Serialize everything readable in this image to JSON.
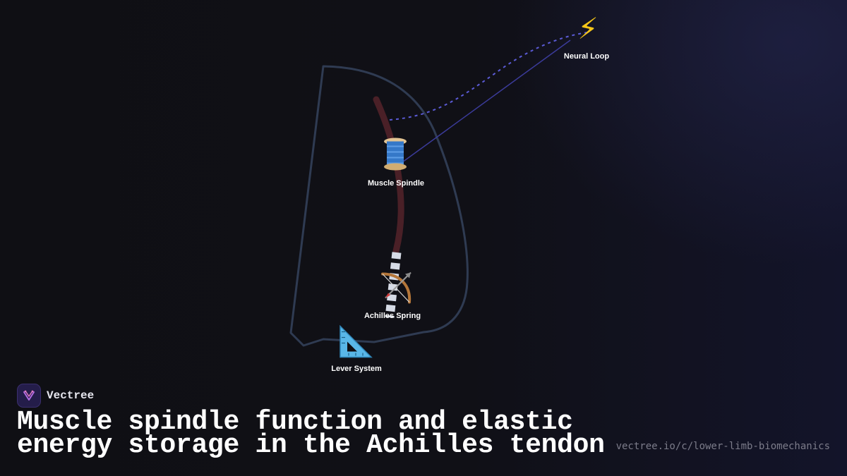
{
  "nodes": [
    {
      "id": "neural-loop",
      "label": "Neural Loop",
      "icon": "lightning-icon"
    },
    {
      "id": "muscle-spindle",
      "label": "Muscle Spindle",
      "icon": "spool-of-thread-icon"
    },
    {
      "id": "achilles-spring",
      "label": "Achilles Spring",
      "icon": "bow-and-arrow-icon"
    },
    {
      "id": "lever-system",
      "label": "Lever System",
      "icon": "triangular-ruler-icon"
    }
  ],
  "brand": {
    "name": "Vectree",
    "icon": "vectree-logo-icon"
  },
  "title": "Muscle spindle function and elastic energy storage in the Achilles tendon",
  "url": "vectree.io/c/lower-limb-biomechanics",
  "colors": {
    "background": "#0f0f14",
    "leg_outline": "#2f3b52",
    "muscle": "#4a2027",
    "tendon": "#d6dbe6",
    "connector": "#5b5bd6",
    "label": "#ffffff"
  }
}
